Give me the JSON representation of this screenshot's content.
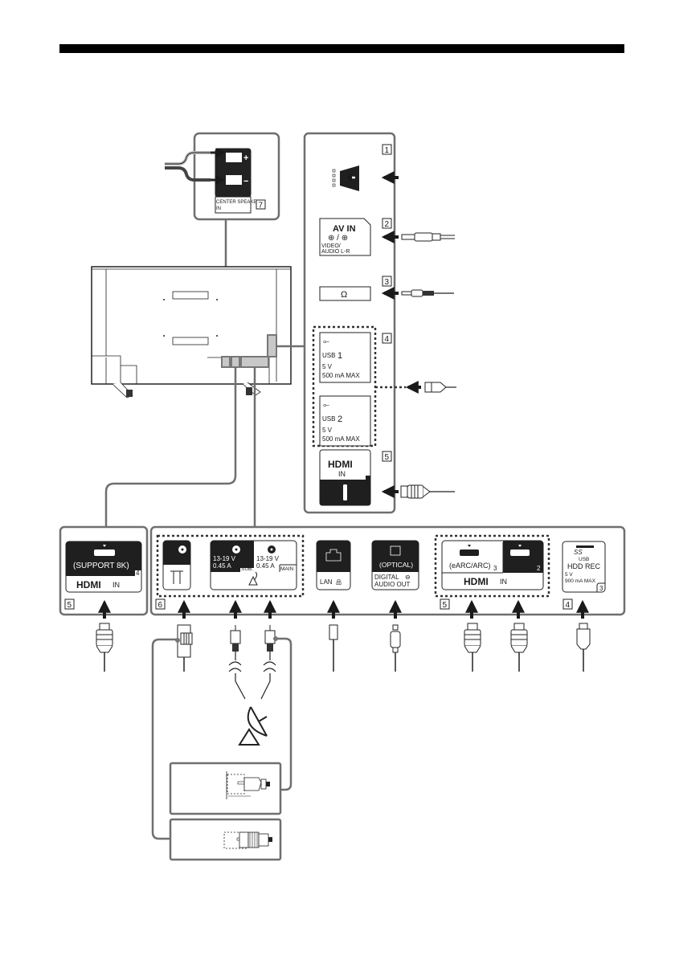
{
  "colors": {
    "frame": "#6f6f6f",
    "ink": "#1a1a1a",
    "port_dark": "#1f1f1f",
    "highlight": "#c8c8c8"
  },
  "center_speaker": {
    "label_line1": "CENTER SPEAKER",
    "label_line2": "IN",
    "plus": "+",
    "minus": "−",
    "number": "7"
  },
  "side_panel": {
    "items": [
      {
        "number": "1",
        "name": "cam-slot"
      },
      {
        "number": "2",
        "title": "AV IN",
        "line1": "VIDEO/",
        "line2": "AUDIO L-R",
        "glyph": "⊕ / ⊕"
      },
      {
        "number": "3",
        "name": "headphone",
        "glyph": "Ω"
      },
      {
        "number": "4",
        "usb1": {
          "label": "USB",
          "num": "1",
          "v": "5 V",
          "ma": "500 mA MAX"
        },
        "usb2": {
          "label": "USB",
          "num": "2",
          "v": "5 V",
          "ma": "500 mA MAX"
        }
      },
      {
        "number": "5",
        "hdmi": "HDMI",
        "in": "IN",
        "port": "1"
      }
    ]
  },
  "bottom_left": {
    "support": "(SUPPORT 8K)",
    "port": "4",
    "hdmi": "HDMI",
    "in": "IN",
    "number": "5"
  },
  "bottom_right": {
    "group6_number": "6",
    "sat_sub": {
      "v": "13-19 V",
      "a": "0.45 A",
      "tag": "SUB."
    },
    "sat_main": {
      "v": "13-19 V",
      "a": "0.45 A",
      "tag": "MAIN"
    },
    "lan": "LAN",
    "optical": {
      "top": "(OPTICAL)",
      "line1": "DIGITAL",
      "line2": "AUDIO OUT"
    },
    "hdmi_group": {
      "earc": "(eARC/ARC)",
      "port3": "3",
      "port2": "2",
      "hdmi": "HDMI",
      "in": "IN",
      "number": "5"
    },
    "usb3": {
      "logo": "SS",
      "usb": "USB",
      "hdd": "HDD REC",
      "v": "5 V",
      "ma": "900 mA MAX",
      "port": "3",
      "number": "4"
    }
  }
}
